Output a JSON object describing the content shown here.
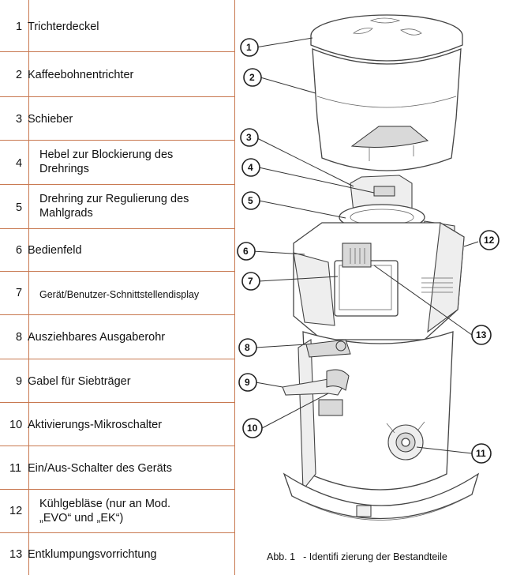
{
  "parts": [
    {
      "num": "1",
      "label": "Trichterdeckel"
    },
    {
      "num": "2",
      "label": "Kaffeebohnentrichter"
    },
    {
      "num": "3",
      "label": "Schieber"
    },
    {
      "num": "4",
      "label": "Hebel zur Blockierung des Drehrings"
    },
    {
      "num": "5",
      "label": "Drehring zur Regulierung des Mahlgrads"
    },
    {
      "num": "6",
      "label": "Bedienfeld"
    },
    {
      "num": "7",
      "label": "Gerät/Benutzer-Schnittstellendisplay"
    },
    {
      "num": "8",
      "label": "Ausziehbares Ausgaberohr"
    },
    {
      "num": "9",
      "label": "Gabel für Siebträger"
    },
    {
      "num": "10",
      "label": "Aktivierungs-Mikroschalter"
    },
    {
      "num": "11",
      "label": "Ein/Aus-Schalter des Geräts"
    },
    {
      "num": "12",
      "label": "Kühlgebläse (nur an Mod. „EVO“ und „EK“)"
    },
    {
      "num": "13",
      "label": "Entklumpungsvorrichtung"
    }
  ],
  "figure": {
    "caption_prefix": "Abb. 1",
    "caption_text": "- Identifi zierung der Bestandteile",
    "callouts": [
      "1",
      "2",
      "3",
      "4",
      "5",
      "6",
      "7",
      "8",
      "9",
      "10",
      "11",
      "12",
      "13"
    ]
  }
}
